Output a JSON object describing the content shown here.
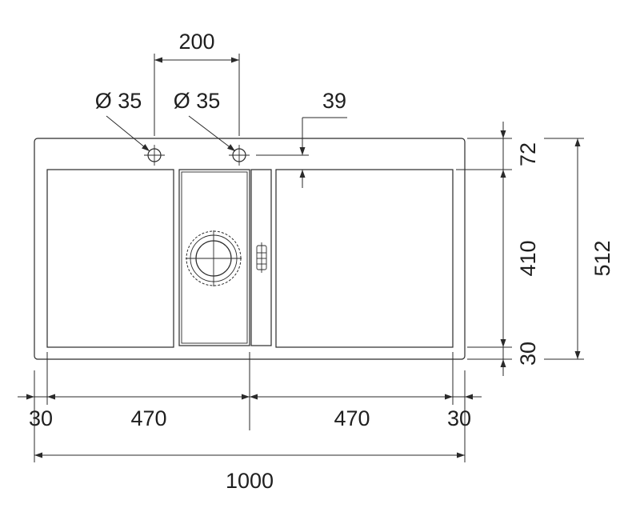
{
  "dimensions": {
    "tap_hole_spacing": "200",
    "tap_hole_1_diameter": "Ø 35",
    "tap_hole_2_diameter": "Ø 35",
    "hole_offset": "39",
    "depth_back": "72",
    "depth_bowl": "410",
    "depth_front": "30",
    "depth_total": "512",
    "width_left_edge": "30",
    "width_left_half": "470",
    "width_right_half": "470",
    "width_right_edge": "30",
    "width_total": "1000"
  },
  "colors": {
    "line": "#2a2a2a",
    "background": "#ffffff"
  }
}
